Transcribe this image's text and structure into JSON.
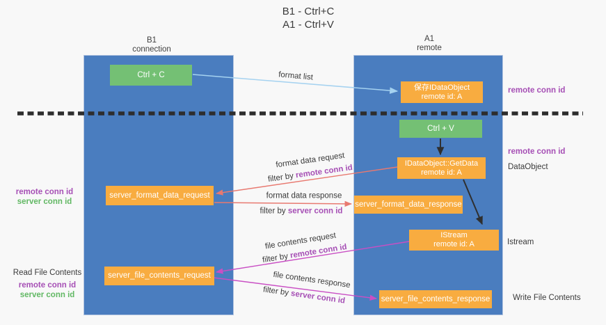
{
  "title": {
    "line1": "B1 - Ctrl+C",
    "line2": "A1 - Ctrl+V"
  },
  "lanes": {
    "left": {
      "name": "B1",
      "role": "connection"
    },
    "right": {
      "name": "A1",
      "role": "remote"
    }
  },
  "nodes": {
    "ctrl_c": {
      "label": "Ctrl + C"
    },
    "save_dataobject": {
      "line1": "保存IDataObject",
      "line2": "remote id: A"
    },
    "ctrl_v": {
      "label": "Ctrl + V"
    },
    "getdata": {
      "line1": "IDataObject::GetData",
      "line2": "remote id: A"
    },
    "format_request": {
      "label": "server_format_data_request"
    },
    "format_response": {
      "label": "server_format_data_response"
    },
    "istream": {
      "line1": "IStream",
      "line2": "remote id: A"
    },
    "file_request": {
      "label": "server_file_contents_request"
    },
    "file_response": {
      "label": "server_file_contents_response"
    }
  },
  "edge_labels": {
    "format_list": "format list",
    "format_data_request": "format data request",
    "format_data_response": "format data response",
    "file_contents_request": "file contents request",
    "file_contents_response": "file contents response",
    "filter_by": "filter by ",
    "remote_conn_id": "remote conn id",
    "server_conn_id": "server conn id"
  },
  "side_labels": {
    "remote_conn_id": "remote conn id",
    "server_conn_id": "server conn id",
    "dataobject": "DataObject",
    "istream": "Istream",
    "read_file_contents": "Read File Contents",
    "write_file_contents": "Write File Contents"
  },
  "colors": {
    "column_blue": "#4a7dbf",
    "node_green": "#74c074",
    "node_orange": "#f8ac40",
    "arrow_red": "#e87970",
    "arrow_magenta": "#c94fc4",
    "arrow_lightblue": "#a5d2f0",
    "arrow_black": "#2f2f2f",
    "text_purple": "#a64fb5",
    "text_green": "#62b864"
  }
}
